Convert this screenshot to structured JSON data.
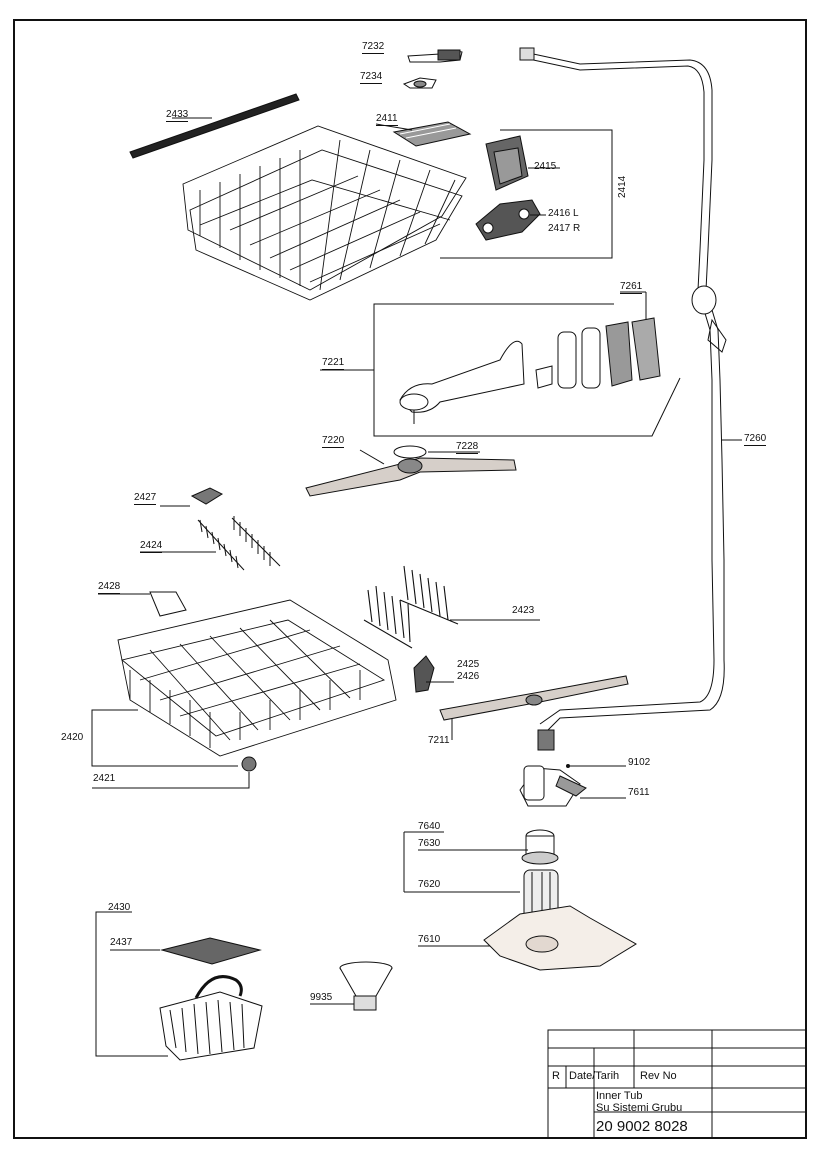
{
  "parts": {
    "p7232": "7232",
    "p7234": "7234",
    "p2433": "2433",
    "p2411": "2411",
    "p2415": "2415",
    "p2414": "2414",
    "p2416": "2416",
    "p2417": "2417",
    "p2416_side": "L",
    "p2417_side": "R",
    "p7261": "7261",
    "p7221": "7221",
    "p7220": "7220",
    "p7228": "7228",
    "p7260": "7260",
    "p2427": "2427",
    "p2424": "2424",
    "p2428": "2428",
    "p2423": "2423",
    "p2425": "2425",
    "p2426": "2426",
    "p2420": "2420",
    "p7211": "7211",
    "p2421": "2421",
    "p9102": "9102",
    "p7611": "7611",
    "p7640": "7640",
    "p7630": "7630",
    "p7620": "7620",
    "p2430": "2430",
    "p2437": "2437",
    "p7610": "7610",
    "p9935": "9935"
  },
  "title_block": {
    "rev_letter": "R",
    "date_label": "Date/Tarih",
    "rev_no_label": "Rev No",
    "title_line1": "Inner Tub",
    "title_line2": "Su Sistemi Grubu",
    "drawing_number": "20 9002 8028"
  },
  "colors": {
    "line": "#111111",
    "background": "#ffffff"
  }
}
